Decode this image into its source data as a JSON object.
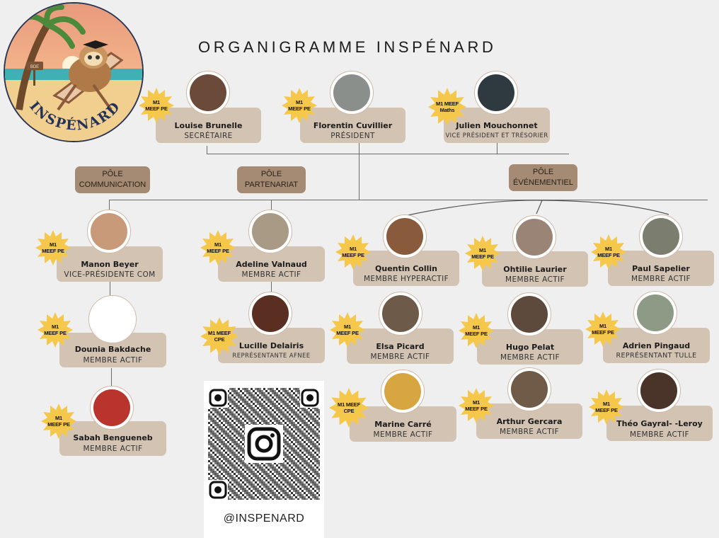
{
  "title": "ORGANIGRAMME INSPÉNARD",
  "logo": {
    "text": "INSPÉNARD",
    "sign": "BDE"
  },
  "colors": {
    "background": "#efefef",
    "card": "#d3c3b3",
    "pole": "#a58b73",
    "badge": "#f5c84c",
    "line": "#6d6d6d"
  },
  "bureau": [
    {
      "name": "Louise Brunelle",
      "role": "SECRÉTAIRE",
      "badge": [
        "M1",
        "MEEF PE"
      ],
      "photo": "#6b4a3a"
    },
    {
      "name": "Florentin Cuvillier",
      "role": "PRÉSIDENT",
      "badge": [
        "M1",
        "MEEF PE"
      ],
      "photo": "#8a8f8c"
    },
    {
      "name": "Julien Mouchonnet",
      "role": "VICE PRÉSIDENT ET TRÉSORIER",
      "badge": [
        "M1 MEEF",
        "Maths"
      ],
      "photo": "#2f3a40"
    }
  ],
  "poles": [
    {
      "line1": "PÔLE",
      "line2": "COMMUNICATION"
    },
    {
      "line1": "PÔLE",
      "line2": "PARTENARIAT"
    },
    {
      "line1": "PÔLE",
      "line2": "ÉVÉNEMENTIEL"
    }
  ],
  "communication": [
    {
      "name": "Manon Beyer",
      "role": "VICE-PRÉSIDENTE COM",
      "badge": [
        "M1",
        "MEEF PE"
      ],
      "photo": "#c99a7a"
    },
    {
      "name": "Dounia Bakdache",
      "role": "MEMBRE ACTIF",
      "badge": [
        "M1",
        "MEEF PE"
      ],
      "photo": "#ffffff"
    },
    {
      "name": "Sabah Bengueneb",
      "role": "MEMBRE ACTIF",
      "badge": [
        "M1",
        "MEEF PE"
      ],
      "photo": "#b8342c"
    }
  ],
  "partenariat": [
    {
      "name": "Adeline Valnaud",
      "role": "MEMBRE ACTIF",
      "badge": [
        "M1",
        "MEEF PE"
      ],
      "photo": "#a99a86"
    },
    {
      "name": "Lucille Delairis",
      "role": "REPRÉSENTANTE AFNEE",
      "badge": [
        "M1 MEEF",
        "CPE"
      ],
      "photo": "#5a2e20"
    }
  ],
  "evenementiel": [
    {
      "name": "Quentin Collin",
      "role": "MEMBRE HYPERACTIF",
      "badge": [
        "M1",
        "MEEF PE"
      ],
      "photo": "#8a5a3c"
    },
    {
      "name": "Ohtilie Laurier",
      "role": "MEMBRE ACTIF",
      "badge": [
        "M1",
        "MEEF PE"
      ],
      "photo": "#9a8475"
    },
    {
      "name": "Paul Sapelier",
      "role": "MEMBRE ACTIF",
      "badge": [
        "M1",
        "MEEF PE"
      ],
      "photo": "#7b7e6f"
    },
    {
      "name": "Elsa Picard",
      "role": "MEMBRE ACTIF",
      "badge": [
        "M1",
        "MEEF PE"
      ],
      "photo": "#6e5a48"
    },
    {
      "name": "Hugo Pelat",
      "role": "MEMBRE ACTIF",
      "badge": [
        "M1",
        "MEEF PE"
      ],
      "photo": "#5e4a3c"
    },
    {
      "name": "Adrien Pingaud",
      "role": "REPRÉSENTANT TULLE",
      "badge": [
        "M1",
        "MEEF PE"
      ],
      "photo": "#8d9a86"
    },
    {
      "name": "Marine Carré",
      "role": "MEMBRE ACTIF",
      "badge": [
        "M1 MEEF",
        "CPE"
      ],
      "photo": "#d8a640"
    },
    {
      "name": "Arthur Gercara",
      "role": "MEMBRE ACTIF",
      "badge": [
        "M1",
        "MEEF PE"
      ],
      "photo": "#6f5b48"
    },
    {
      "name": "Théo Gayral- -Leroy",
      "role": "MEMBRE ACTIF",
      "badge": [
        "M1",
        "MEEF PE"
      ],
      "photo": "#4a3328"
    }
  ],
  "qr": {
    "handle": "@INSPENARD",
    "icon": "instagram-icon"
  }
}
